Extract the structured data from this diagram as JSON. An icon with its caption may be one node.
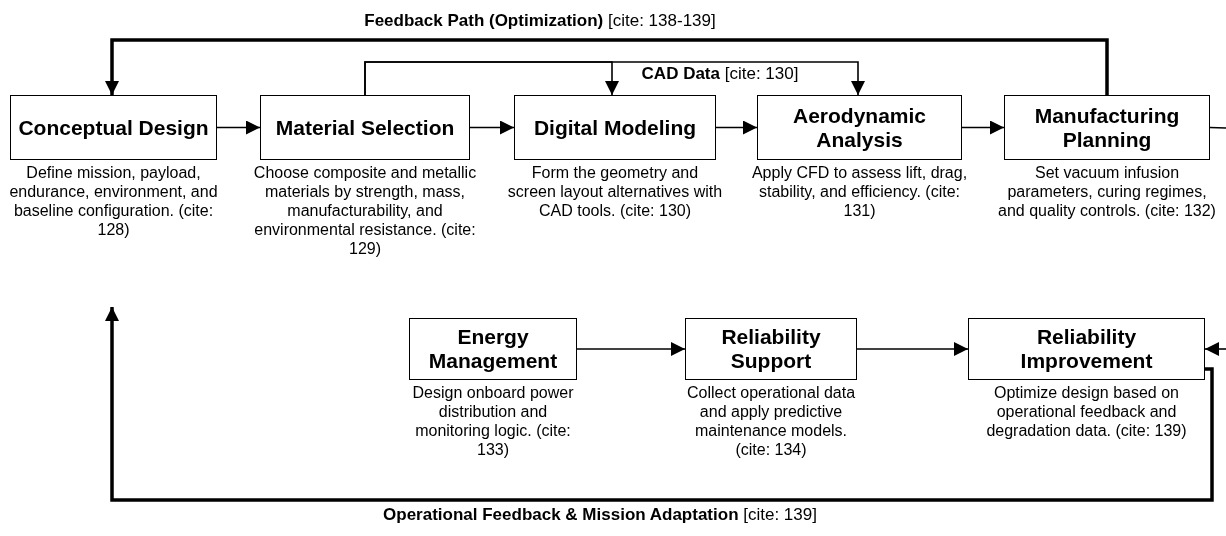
{
  "diagram": {
    "nodes": [
      {
        "text": [
          "Conceptual Design",
          "Define mission, payload, endurance, environment, and baseline configuration. (cite: 128)"
        ]
      },
      {
        "text": [
          "Material Selection",
          "Choose composite and metallic materials by strength, mass, manufacturability, and environmental resistance. (cite: 129)"
        ]
      },
      {
        "text": [
          "Digital Modeling",
          "Form the geometry and screen layout alternatives with CAD tools. (cite: 130)"
        ]
      },
      {
        "text": [
          "Aerodynamic Analysis",
          "Apply CFD to assess lift, drag, stability, and efficiency. (cite: 131)"
        ]
      },
      {
        "text": [
          "Manufacturing Planning",
          "Set vacuum infusion parameters, curing regimes, and quality controls. (cite: 132)"
        ]
      },
      {
        "text": [
          "Energy Management",
          "Design onboard power distribution and monitoring logic. (cite: 133)"
        ]
      },
      {
        "text": [
          "Reliability Support",
          "Collect operational data and apply predictive maintenance models. (cite: 134)"
        ]
      },
      {
        "text": [
          "Reliability Improvement",
          "Optimize design based on operational feedback and degradation data. (cite: 139)"
        ]
      }
    ],
    "edges": [
      {
        "from": 0,
        "to": 1,
        "arrow": "to"
      },
      {
        "from": 1,
        "to": 2,
        "arrow": "to"
      },
      {
        "from": 2,
        "to": 3,
        "arrow": "to"
      },
      {
        "from": 3,
        "to": 4,
        "arrow": "to"
      },
      {
        "from": 1,
        "to": 2,
        "arrow": "to"
      },
      {
        "from": 1,
        "to": 3,
        "arrow": "to",
        "label": "**CAD Data** [cite: 130]"
      },
      {
        "from": 4,
        "to": 0,
        "arrow": "to",
        "style": "thick",
        "label": "**Feedback Path (Optimization)** [cite: 138-139]"
      },
      {
        "from": 4,
        "to": null,
        "arrow": "none"
      },
      {
        "from": null,
        "to": 7,
        "arrow": "to"
      },
      {
        "from": 5,
        "to": 6,
        "arrow": "to"
      },
      {
        "from": 6,
        "to": 7,
        "arrow": "to"
      },
      {
        "from": 7,
        "to": 0,
        "arrow": "to",
        "style": "thick",
        "label": "**Operational Feedback & Mission Adaptation** [cite: 139]"
      }
    ]
  }
}
